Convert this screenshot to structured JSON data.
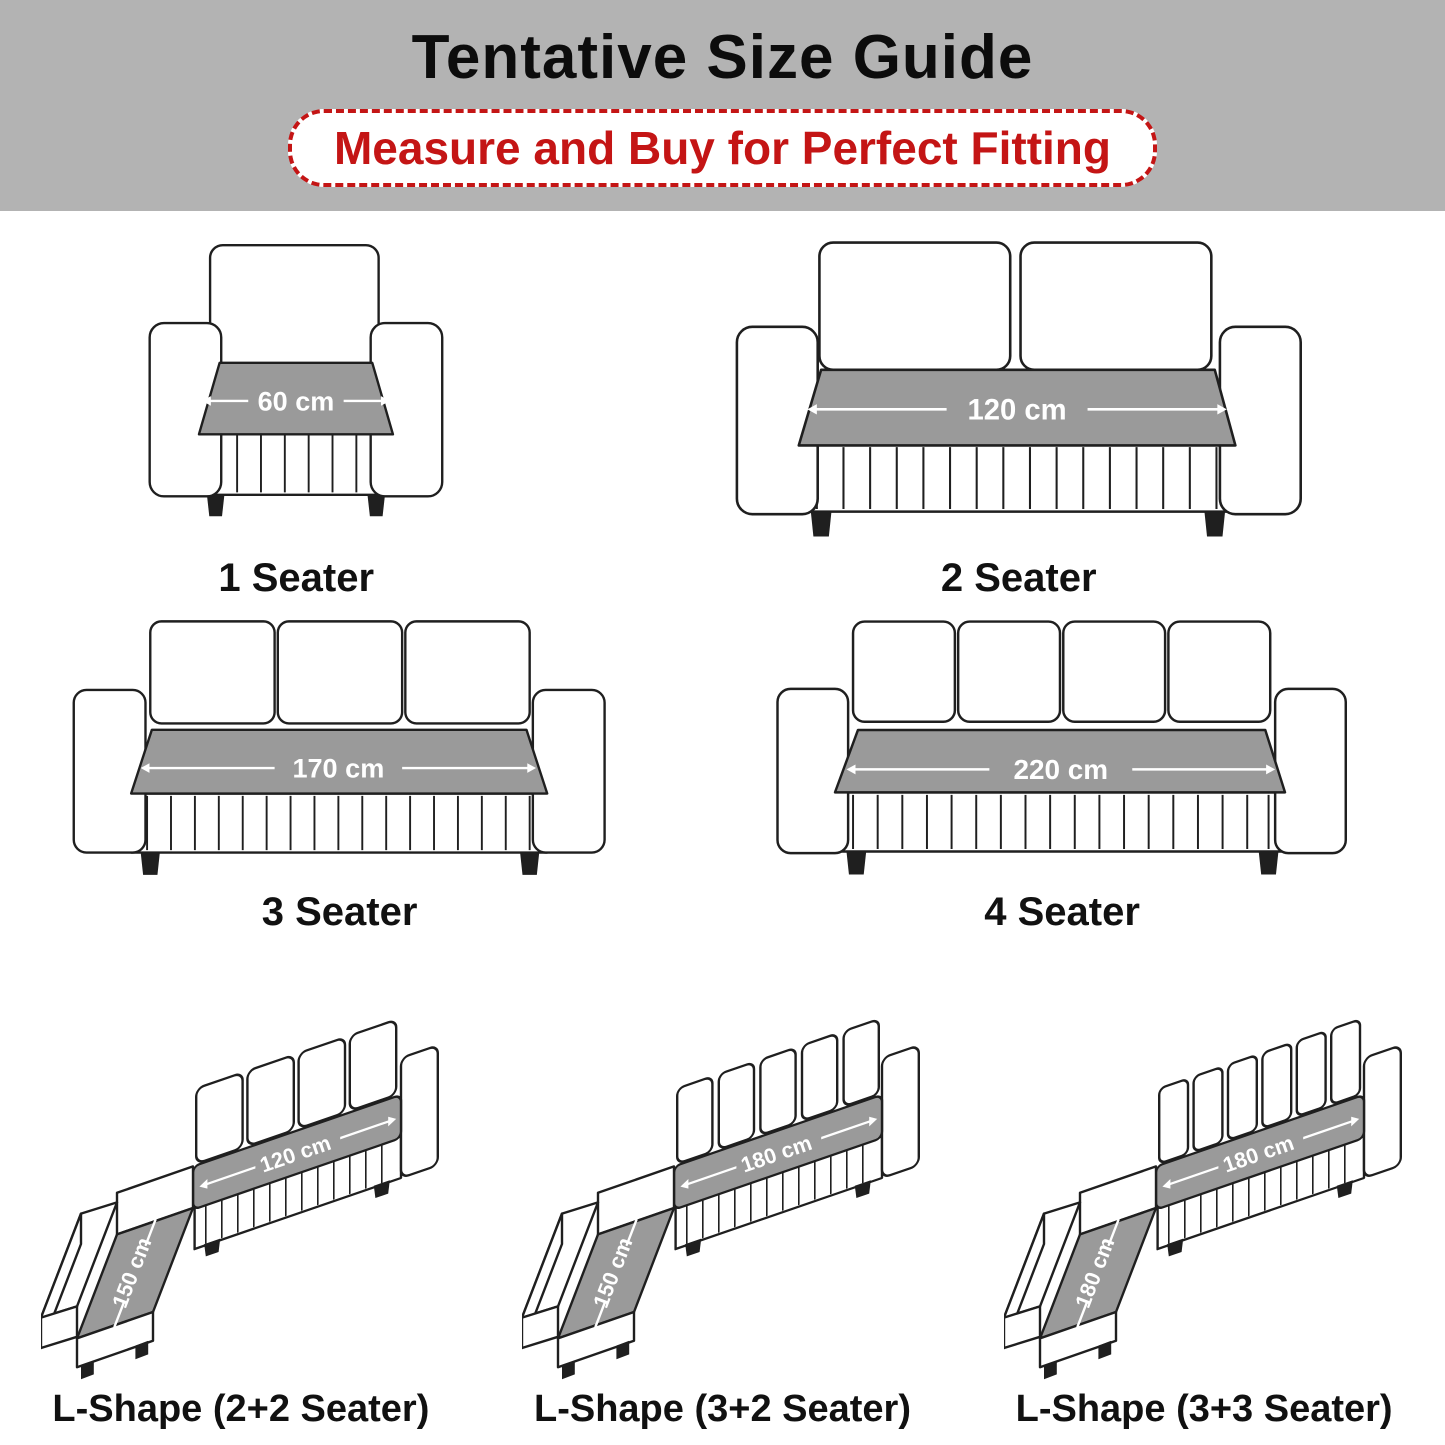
{
  "header": {
    "title": "Tentative Size Guide",
    "subtitle": "Measure and Buy for Perfect Fitting"
  },
  "colors": {
    "banner_gray": "#b3b3b3",
    "accent_red": "#c41515",
    "seat_gray": "#9a9a9a",
    "outline": "#1f1f1f",
    "measurement_text": "#ffffff"
  },
  "sofas": {
    "one": {
      "label": "1 Seater",
      "measurement": "60 cm"
    },
    "two": {
      "label": "2 Seater",
      "measurement": "120 cm"
    },
    "three": {
      "label": "3 Seater",
      "measurement": "170 cm"
    },
    "four": {
      "label": "4 Seater",
      "measurement": "220 cm"
    },
    "l22": {
      "label": "L-Shape (2+2 Seater)",
      "sofa_measurement": "120 cm",
      "chaise_measurement": "150 cm"
    },
    "l32": {
      "label": "L-Shape (3+2 Seater)",
      "sofa_measurement": "180 cm",
      "chaise_measurement": "150 cm"
    },
    "l33": {
      "label": "L-Shape (3+3 Seater)",
      "sofa_measurement": "180 cm",
      "chaise_measurement": "180 cm"
    }
  }
}
